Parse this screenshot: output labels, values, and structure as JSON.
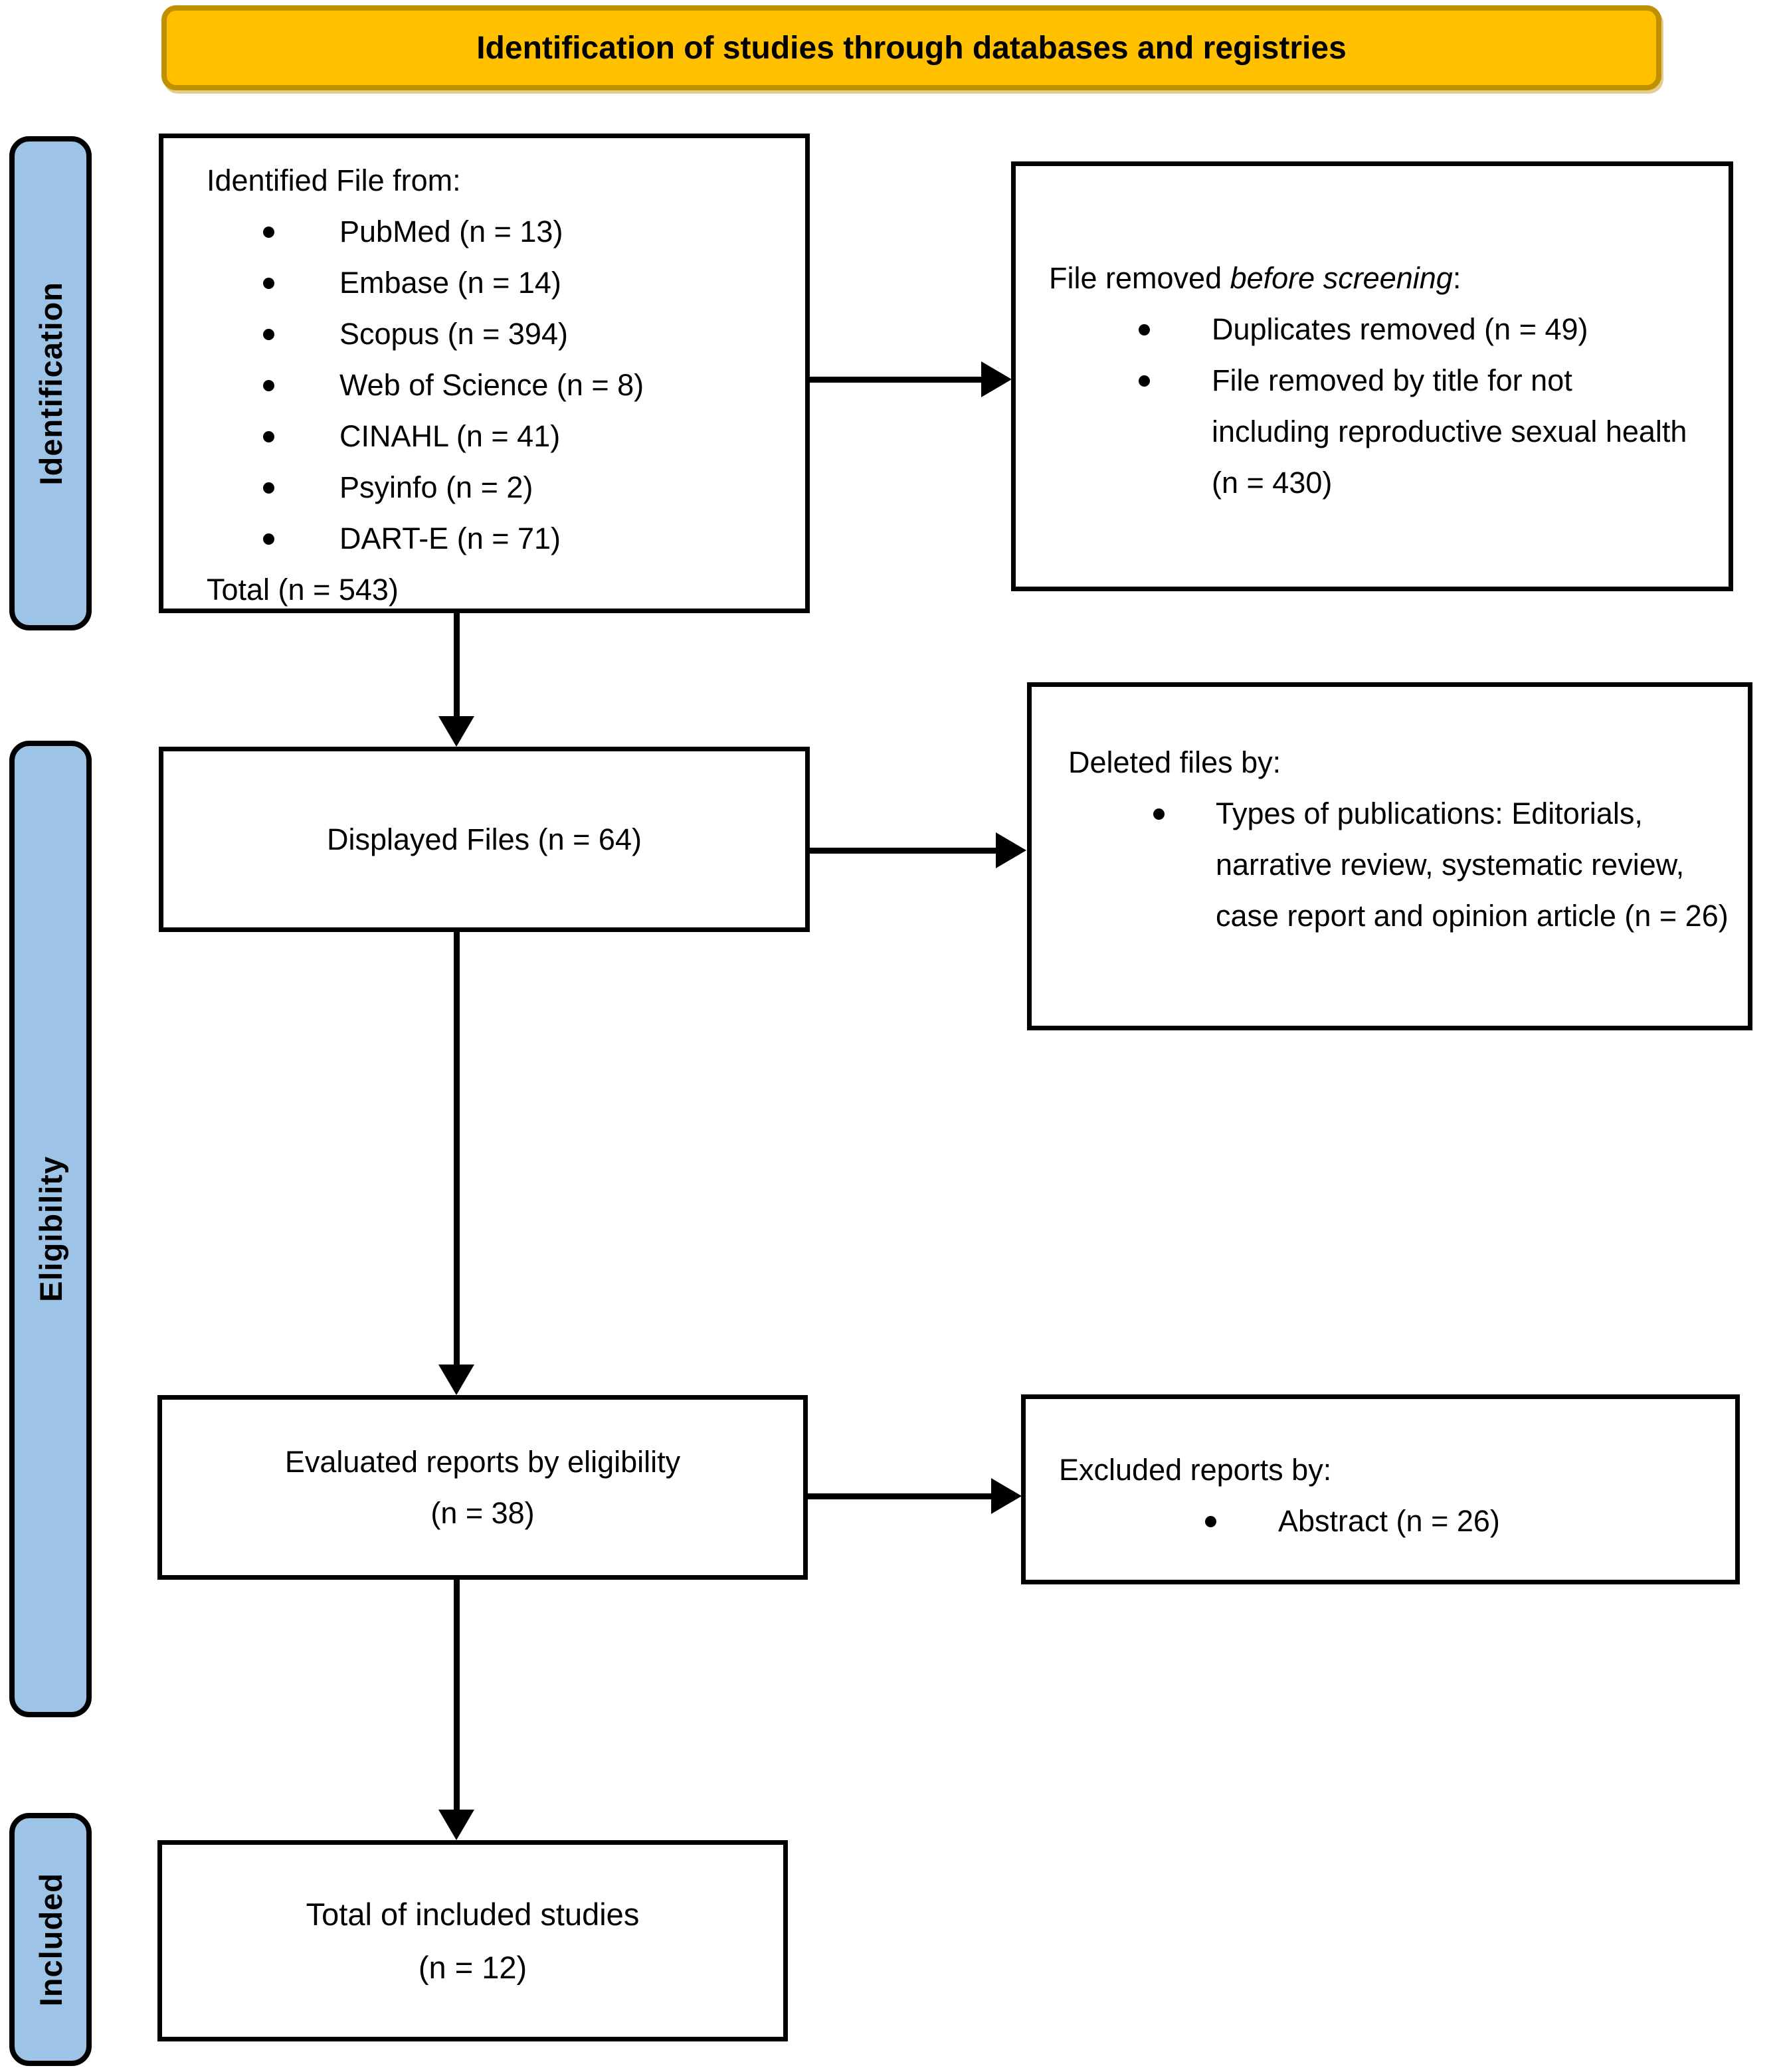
{
  "title_banner": {
    "label": "Identification of studies through databases and registries"
  },
  "sidebar": {
    "identification_label": "Identification",
    "eligibility_label": "Eligibility",
    "included_label": "Included"
  },
  "flow": {
    "identified_sources": {
      "heading": "Identified File from:",
      "items": [
        "PubMed (n = 13)",
        "Embase (n = 14)",
        "Scopus (n = 394)",
        "Web of Science (n = 8)",
        "CINAHL (n = 41)",
        "Psyinfo (n = 2)",
        "DART-E (n = 71)"
      ],
      "total": "Total (n = 543)"
    },
    "removed_before_screening": {
      "heading_prefix": "File removed ",
      "heading_italic": "before screening",
      "heading_suffix": ":",
      "items": [
        "Duplicates removed (n = 49)",
        "File removed by title for not including reproductive sexual health (n = 430)"
      ]
    },
    "displayed_files": {
      "label": "Displayed Files (n = 64)"
    },
    "deleted_files": {
      "heading": "Deleted files by:",
      "items": [
        "Types of publications: Editorials, narrative review, systematic review, case report and opinion article (n = 26)"
      ]
    },
    "evaluated_reports": {
      "line1": "Evaluated reports by eligibility",
      "line2": "(n = 38)"
    },
    "excluded_reports": {
      "heading": "Excluded reports by:",
      "items": [
        "Abstract (n = 26)"
      ]
    },
    "total_included": {
      "line1": "Total of included studies",
      "line2": "(n = 12)"
    }
  },
  "colors": {
    "banner_fill": "#FFC000",
    "banner_border": "#BF9000",
    "sidebar_fill": "#9DC3E6",
    "box_border": "#000000",
    "arrow": "#000000",
    "background": "#FFFFFF"
  }
}
